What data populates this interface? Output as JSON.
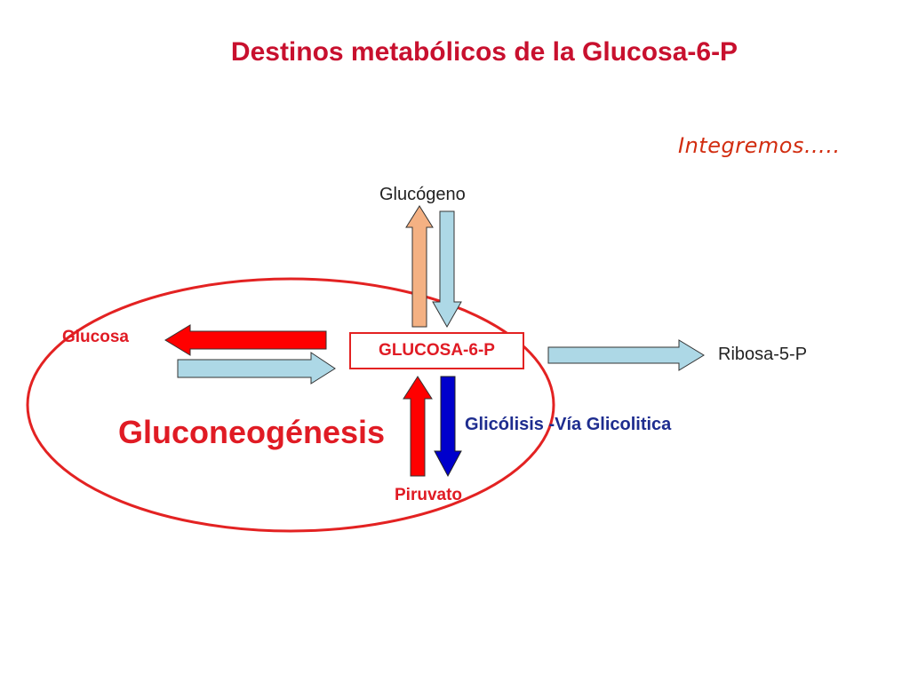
{
  "slide": {
    "title": "Destinos metabólicos de la Glucosa-6-P",
    "subtitle": "Integremos….."
  },
  "nodes": {
    "center": "GLUCOSA-6-P",
    "top": "Glucógeno",
    "left": "Glucosa",
    "right": "Ribosa-5-P",
    "bottom": "Piruvato"
  },
  "pathways": {
    "gluconeogenesis": "Gluconeogénesis",
    "glycolysis": "Glicólisis -Vía Glicolitica"
  },
  "colors": {
    "title": "#c8102e",
    "red_arrow": "#ff0000",
    "light_blue_arrow": "#add8e6",
    "peach_arrow": "#f4b183",
    "dark_blue_arrow": "#0000cc",
    "ellipse": "#e32222"
  }
}
